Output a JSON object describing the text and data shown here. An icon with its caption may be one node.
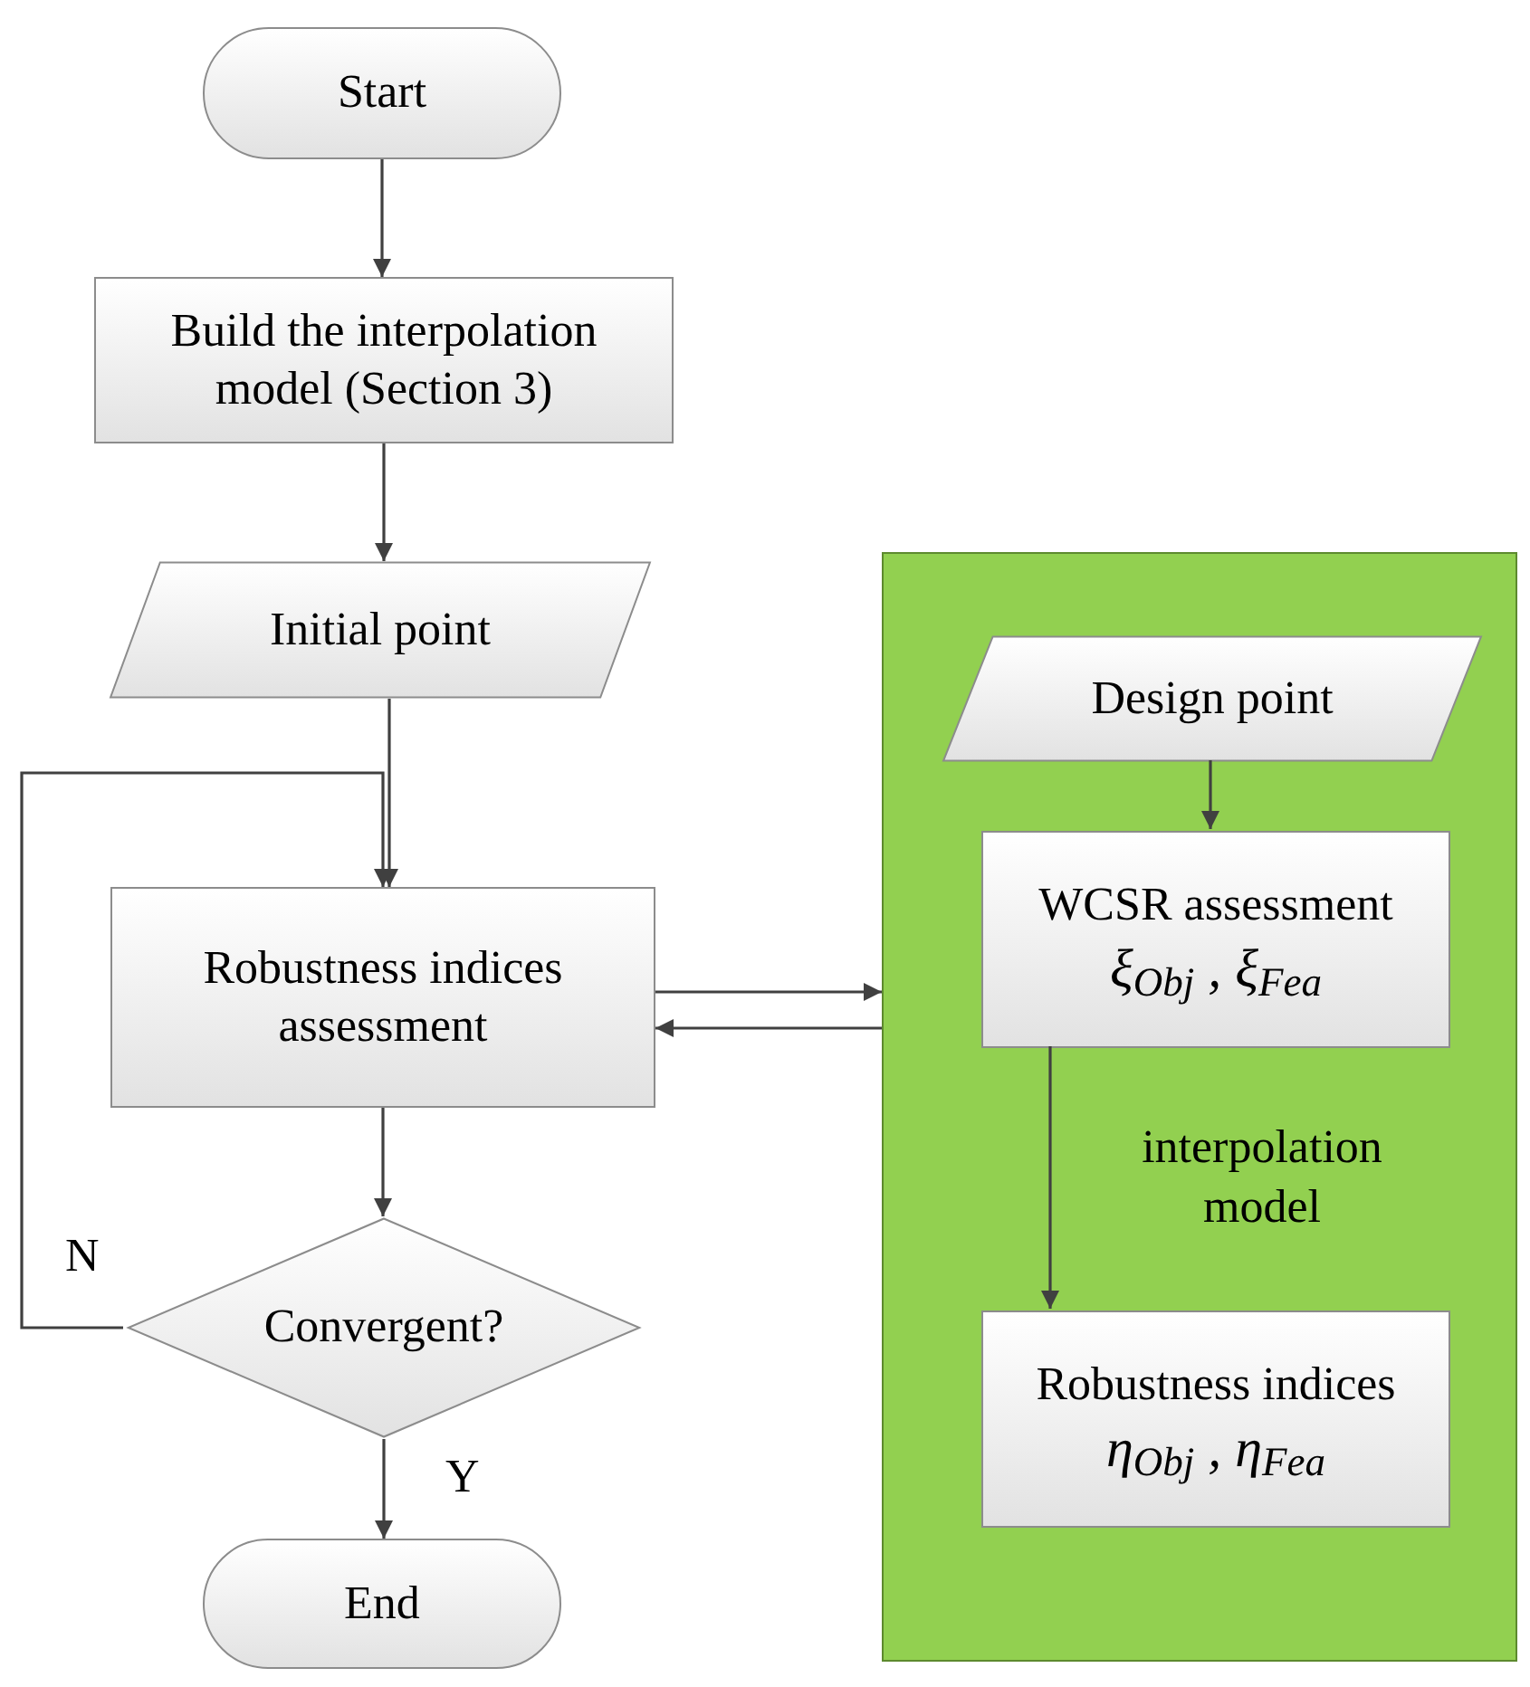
{
  "diagram": {
    "nodes": [
      {
        "text": [
          "Start"
        ]
      },
      {
        "text": [
          "Build the interpolation model (Section 3)"
        ]
      },
      {
        "text": [
          "Initial point"
        ]
      },
      {
        "text": [
          "Robustness indices assessment"
        ]
      },
      {
        "text": [
          "Convergent?"
        ]
      },
      {
        "text": [
          "End"
        ]
      },
      {
        "text": [],
        "shape": "box"
      },
      {
        "text": [
          "Design point"
        ],
        "in": 6
      },
      {
        "text": [
          "WCSR assessment",
          "ξ$_{Obj}$ , ξ$_{Fea}$"
        ],
        "in": 6
      },
      {
        "text": [
          "Robustness indices",
          "η$_{Obj}$ , η$_{Fea}$"
        ],
        "in": 6
      }
    ],
    "edges": [
      {
        "from": 0,
        "to": 1,
        "arrow": "to"
      },
      {
        "from": 1,
        "to": 2,
        "arrow": "to"
      },
      {
        "from": 2,
        "to": 3,
        "arrow": "to"
      },
      {
        "from": 3,
        "to": 4,
        "arrow": "to"
      },
      {
        "from": 4,
        "to": 5,
        "label": "Y",
        "arrow": "to"
      },
      {
        "from": 4,
        "to": 3,
        "label": "N",
        "arrow": "to"
      },
      {
        "from": 3,
        "to": 6,
        "arrow": "to"
      },
      {
        "from": 6,
        "to": 3,
        "arrow": "to"
      },
      {
        "from": 7,
        "to": 8,
        "arrow": "to"
      },
      {
        "from": 8,
        "to": 9,
        "label": "interpolation model",
        "arrow": "to"
      }
    ]
  }
}
